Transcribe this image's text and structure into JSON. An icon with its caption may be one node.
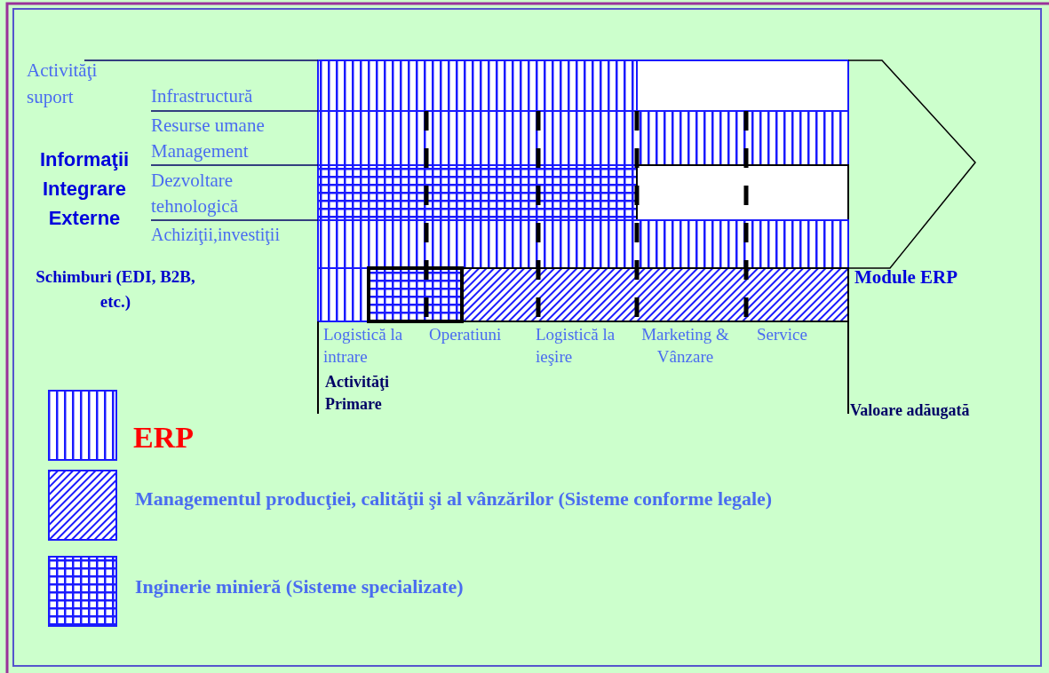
{
  "diagram": {
    "labels": [
      "Activităţi suport",
      "Infrastructură",
      "Resurse umane Management",
      "Dezvoltare tehnologică",
      "Achiziţii,investiţii",
      "Informaţii Integrare Externe",
      "Schimburi (EDI, B2B, etc.)",
      "Module ERP",
      "Logistică la intrare",
      "Operatiuni",
      "Logistică la ieşire",
      "Marketing & Vânzare",
      "Service",
      "Activităţi Primare",
      "Valoare adăugată"
    ],
    "legend": [
      {
        "text": "ERP"
      },
      {
        "text": "Managementul producţiei, calităţii şi al vânzărilor (Sisteme conforme legale)"
      },
      {
        "text": "Inginerie minieră (Sisteme specializate)"
      }
    ]
  }
}
